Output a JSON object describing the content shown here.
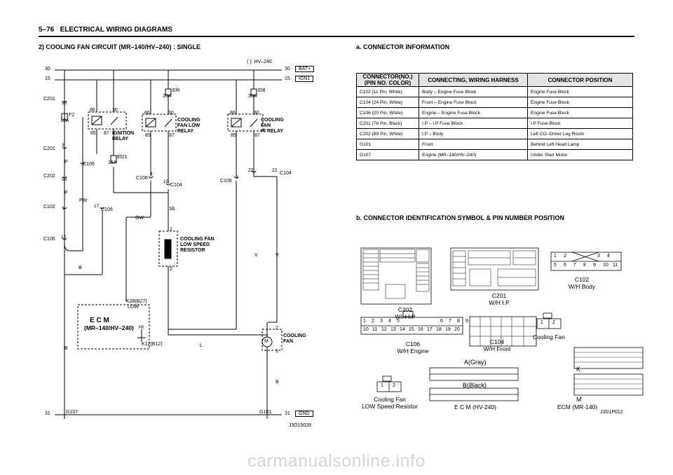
{
  "header": {
    "section": "5–76",
    "title": "ELECTRICAL WIRING DIAGRAMS"
  },
  "left": {
    "title": "2) COOLING FAN CIRCUIT (MR–140/HV–240) : SINGLE",
    "note": "( ): HV–240",
    "rails": {
      "l30": "30",
      "l15": "15",
      "l31": "31",
      "r30": "30",
      "r15": "15",
      "r31": "31"
    },
    "tags": {
      "bat": "BAT+",
      "ign": "IGN1",
      "gnd": "GND"
    },
    "fuses": {
      "ef6_name": "Ef6",
      "ef6_amp": "20A",
      "ef8_name": "Ef8",
      "ef8_amp": "30A",
      "f2_name": "F2",
      "f2_amp": "10A",
      "ef21_name": "Ef21",
      "ef21_amp": "15A"
    },
    "connectors": {
      "c201a": "C201",
      "c201a_pin": "30",
      "c201b": "C201",
      "c201b_pin": "3",
      "c202": "C202",
      "c202_pin": "58",
      "c102": "C102",
      "c102_pin": "7",
      "c106a": "C106",
      "c106a_pin": "12",
      "c106b": "C106",
      "c106c": "C106",
      "c106c_pin": "17",
      "c106d": "C106",
      "c106d_pin": "4",
      "c104a": "C104",
      "c104a_pin": "15",
      "c106e": "C106",
      "c106e_pin": "5",
      "c104b": "C104",
      "c104b_pin1": "22",
      "c104b_pin2": "21"
    },
    "relays": {
      "pin86": "86",
      "pin30": "30",
      "pin85": "85",
      "pin87": "87",
      "ign_relay": [
        "IGNITION",
        "RELAY"
      ],
      "low_relay": [
        "COOLING",
        "FAN LOW",
        "RELAY"
      ],
      "hi_relay": [
        "COOLING",
        "FAN",
        "HI RELAY"
      ]
    },
    "wires": {
      "p1": "P",
      "p2": "P",
      "pbr": "PBr",
      "gw": "GW",
      "sb": "Sb",
      "b1": "B",
      "b2": "B",
      "b3": "B",
      "v1": "V",
      "v2": "V",
      "l": "L"
    },
    "resistor": {
      "lines": [
        "COOLING FAN",
        "LOW SPEED",
        "RESISTOR"
      ],
      "pin1": "1",
      "pin2": "2"
    },
    "ecm": {
      "title": "E  C  M",
      "sub": "(MR–140/HV–240)",
      "low_pin": "K28(B27)",
      "low": "LOW",
      "hi": "HI",
      "hi_pin": "K12(B12)"
    },
    "fan": {
      "motor": "M",
      "label": [
        "COOLING",
        "FAN"
      ],
      "pin2": "2",
      "pin1": "1"
    },
    "grounds": {
      "g107": "G107",
      "g101": "G101"
    },
    "code": "J3D15028"
  },
  "right": {
    "title_a": "a. CONNECTOR INFORMATION",
    "table": {
      "headers": [
        [
          "CONNECTOR(NO.)",
          "(PIN NO. COLOR)"
        ],
        "CONNECTING, WIRING HARNESS",
        "CONNECTOR POSITION"
      ],
      "rows": [
        [
          "C102 (11 Pin, White)",
          "Body – Engine Fuse Block",
          "Engine Fuse Block"
        ],
        [
          "C104 (24 Pin, White)",
          "Front – Engine Fuse Block",
          "Engine Fuse Block"
        ],
        [
          "C106 (20 Pin, White)",
          "Engine – Engine Fuse Block",
          "Engine Fuse Block"
        ],
        [
          "C201 (76 Pin, Black)",
          "I.P – I.P Fuse Block",
          "I.P Fuse Block"
        ],
        [
          "C202 (89 Pin, White)",
          "I.P – Body",
          "Left CO–Driver Leg Room"
        ],
        [
          "G101",
          "Front",
          "Behind Left Head Lamp"
        ],
        [
          "G107",
          "Engine (MR–140/HV–240)",
          "Under Start Motor"
        ]
      ]
    },
    "title_b": "b. CONNECTOR IDENTIFICATION SYMBOL & PIN NUMBER POSITION",
    "conn": {
      "c202": [
        "C202",
        "W/H I.P"
      ],
      "c201": [
        "C201",
        "W/H I.P"
      ],
      "c102": [
        "C102",
        "W/H Body"
      ],
      "c102_pins": [
        "1",
        "2",
        "3",
        "4",
        "5",
        "6",
        "7",
        "8",
        "9",
        "10",
        "11"
      ],
      "c106": [
        "C106",
        "W/H Engine"
      ],
      "c106_pins": [
        "1",
        "2",
        "3",
        "4",
        "5",
        "6",
        "7",
        "8",
        "9",
        "10",
        "11",
        "12",
        "13",
        "14",
        "15",
        "16",
        "17",
        "18",
        "19",
        "20"
      ],
      "c104": [
        "C104",
        "W/H Front"
      ],
      "fan": "Cooling Fan",
      "fan_pins": [
        "1",
        "2"
      ],
      "res": [
        "Cooling Fan",
        "LOW Speed Resistor"
      ],
      "res_pins": [
        "1",
        "2"
      ],
      "ecm_a": "A(Gray)",
      "ecm_b": "B(Black)",
      "ecm_hv": "E C M (HV-240)",
      "ecm_k": "K",
      "ecm_m": "M",
      "ecm_mr": "ECM (MR-140)",
      "code": "J3D1P012"
    }
  },
  "watermark": "carmanualsonline.info"
}
